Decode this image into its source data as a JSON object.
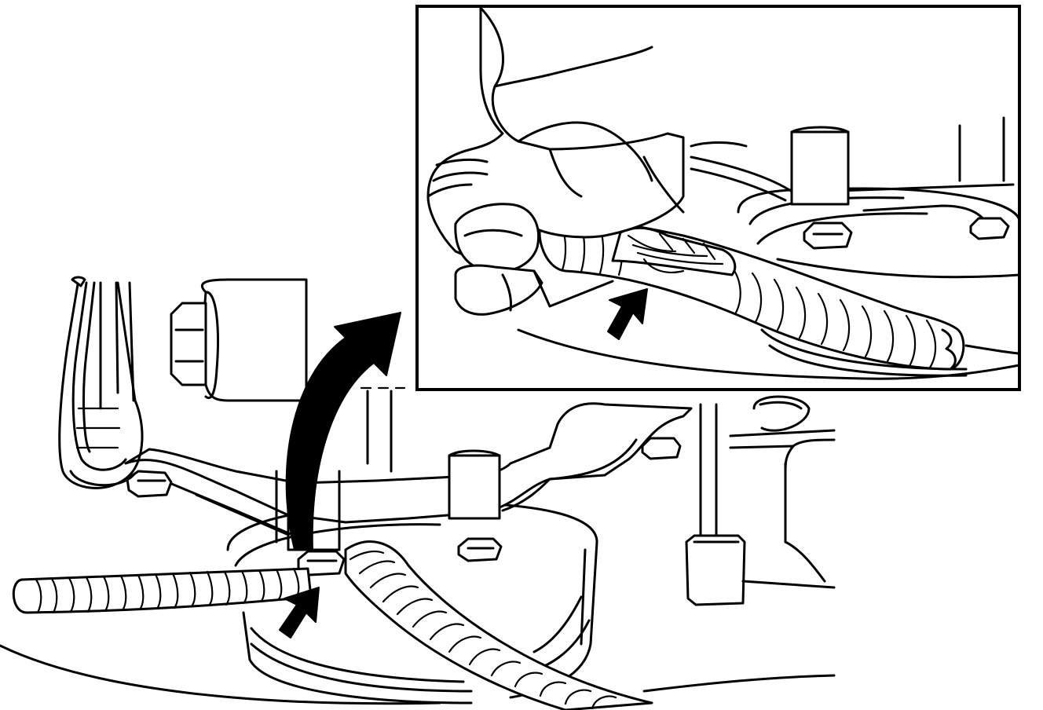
{
  "colors": {
    "line": "#000000",
    "background": "#ffffff"
  },
  "labels": [],
  "figure": {
    "kind": "technical-line-illustration",
    "inset_present": true,
    "arrows": [
      "transition-arrow",
      "pointer-arrow-main",
      "pointer-arrow-inset"
    ]
  }
}
